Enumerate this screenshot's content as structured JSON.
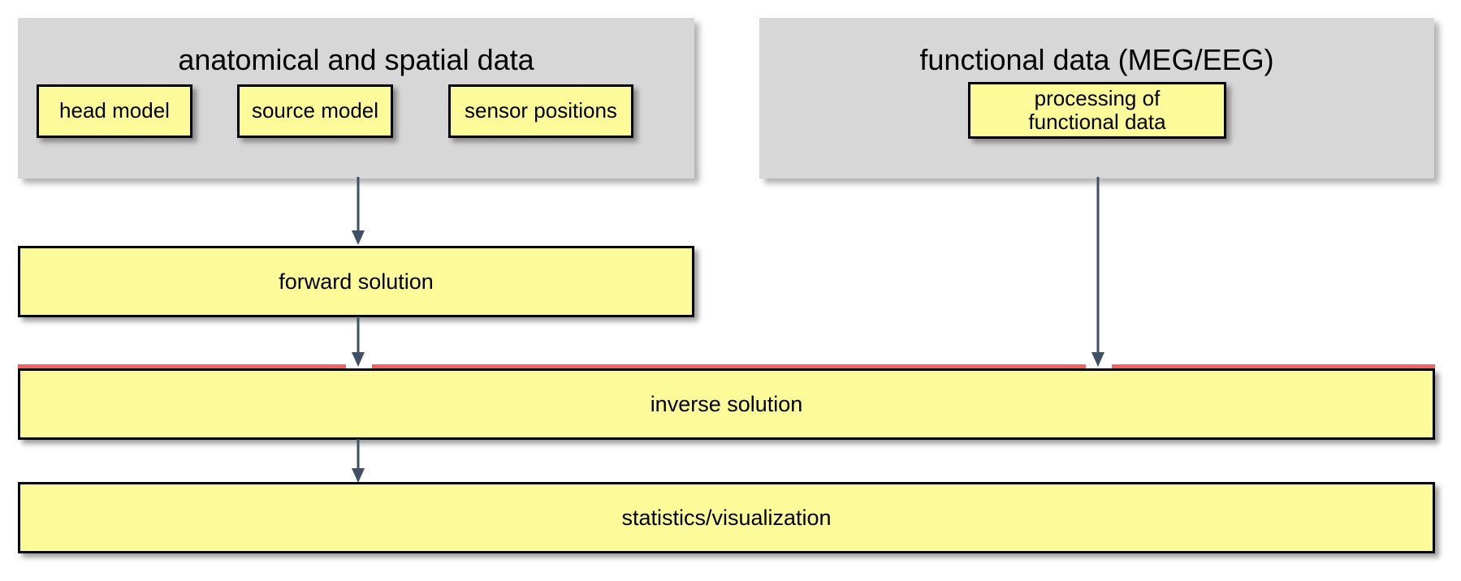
{
  "diagram": {
    "title_semantic": "meg-eeg-source-analysis-pipeline",
    "colors": {
      "panel_gray": "#d7d7d7",
      "box_yellow": "#fdfa9a",
      "box_border": "#000000",
      "arrow": "#3e4f66",
      "accent_red": "#f4625f",
      "background": "#ffffff",
      "text": "#000000"
    },
    "groups": [
      {
        "id": "anatomical-spatial-data",
        "title": "anatomical and spatial data",
        "boxes": [
          {
            "id": "head-model",
            "label": "head model"
          },
          {
            "id": "source-model",
            "label": "source model"
          },
          {
            "id": "sensor-positions",
            "label": "sensor positions"
          }
        ]
      },
      {
        "id": "functional-data",
        "title": "functional data (MEG/EEG)",
        "boxes": [
          {
            "id": "processing-of-functional-data",
            "label": "processing of\nfunctional data"
          }
        ]
      }
    ],
    "stages": [
      {
        "id": "forward-solution",
        "label": "forward solution"
      },
      {
        "id": "inverse-solution",
        "label": "inverse solution"
      },
      {
        "id": "statistics-visualization",
        "label": "statistics/visualization"
      }
    ],
    "connectors": [
      {
        "id": "anatomical-to-forward",
        "from": "anatomical-spatial-data",
        "to": "forward-solution"
      },
      {
        "id": "forward-to-inverse",
        "from": "forward-solution",
        "to": "inverse-solution"
      },
      {
        "id": "functional-to-inverse",
        "from": "functional-data",
        "to": "inverse-solution"
      },
      {
        "id": "inverse-to-statistics",
        "from": "inverse-solution",
        "to": "statistics-visualization"
      }
    ]
  }
}
